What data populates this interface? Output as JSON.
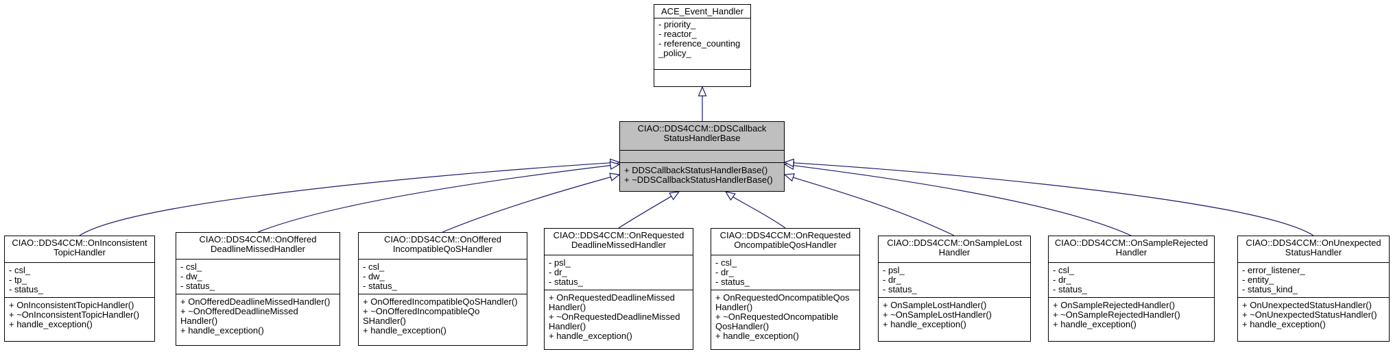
{
  "base": {
    "name": "ACE_Event_Handler",
    "attributes": [
      "- priority_",
      "- reactor_",
      "- reference_counting",
      "_policy_"
    ],
    "operations": []
  },
  "middle": {
    "name_lines": [
      "CIAO::DDS4CCM::DDSCallback",
      "StatusHandlerBase"
    ],
    "attributes": [],
    "operations": [
      "+ DDSCallbackStatusHandlerBase()",
      "+ ~DDSCallbackStatusHandlerBase()"
    ]
  },
  "children": [
    {
      "name_lines": [
        "CIAO::DDS4CCM::OnInconsistent",
        "TopicHandler"
      ],
      "attributes": [
        "- csl_",
        "- tp_",
        "- status_"
      ],
      "operations": [
        "+ OnInconsistentTopicHandler()",
        "+ ~OnInconsistentTopicHandler()",
        "+ handle_exception()"
      ]
    },
    {
      "name_lines": [
        "CIAO::DDS4CCM::OnOffered",
        "DeadlineMissedHandler"
      ],
      "attributes": [
        "- csl_",
        "- dw_",
        "- status_"
      ],
      "operations": [
        "+ OnOfferedDeadlineMissedHandler()",
        "+ ~OnOfferedDeadlineMissed",
        "Handler()",
        "+ handle_exception()"
      ]
    },
    {
      "name_lines": [
        "CIAO::DDS4CCM::OnOffered",
        "IncompatibleQoSHandler"
      ],
      "attributes": [
        "- csl_",
        "- dw_",
        "- status_"
      ],
      "operations": [
        "+ OnOfferedIncompatibleQoSHandler()",
        "+ ~OnOfferedIncompatibleQo",
        "SHandler()",
        "+ handle_exception()"
      ]
    },
    {
      "name_lines": [
        "CIAO::DDS4CCM::OnRequested",
        "DeadlineMissedHandler"
      ],
      "attributes": [
        "- psl_",
        "- dr_",
        "- status_"
      ],
      "operations": [
        "+ OnRequestedDeadlineMissed",
        "Handler()",
        "+ ~OnRequestedDeadlineMissed",
        "Handler()",
        "+ handle_exception()"
      ]
    },
    {
      "name_lines": [
        "CIAO::DDS4CCM::OnRequested",
        "OncompatibleQosHandler"
      ],
      "attributes": [
        "- csl_",
        "- dr_",
        "- status_"
      ],
      "operations": [
        "+ OnRequestedOncompatibleQos",
        "Handler()",
        "+ ~OnRequestedOncompatible",
        "QosHandler()",
        "+ handle_exception()"
      ]
    },
    {
      "name_lines": [
        "CIAO::DDS4CCM::OnSampleLost",
        "Handler"
      ],
      "attributes": [
        "- psl_",
        "- dr_",
        "- status_"
      ],
      "operations": [
        "+ OnSampleLostHandler()",
        "+ ~OnSampleLostHandler()",
        "+ handle_exception()"
      ]
    },
    {
      "name_lines": [
        "CIAO::DDS4CCM::OnSampleRejected",
        "Handler"
      ],
      "attributes": [
        "- csl_",
        "- dr_",
        "- status_"
      ],
      "operations": [
        "+ OnSampleRejectedHandler()",
        "+ ~OnSampleRejectedHandler()",
        "+ handle_exception()"
      ]
    },
    {
      "name_lines": [
        "CIAO::DDS4CCM::OnUnexpected",
        "StatusHandler"
      ],
      "attributes": [
        "- error_listener_",
        "- entity_",
        "- status_kind_"
      ],
      "operations": [
        "+ OnUnexpectedStatusHandler()",
        "+ ~OnUnexpectedStatusHandler()",
        "+ handle_exception()"
      ]
    }
  ],
  "colors": {
    "edge": "#1a1a6e",
    "highlight_fill": "#bfbfbf",
    "border": "#000000"
  }
}
